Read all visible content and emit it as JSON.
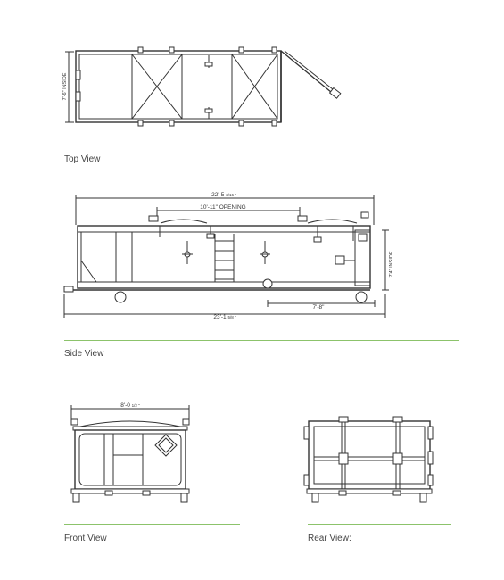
{
  "top_view": {
    "caption": "Top View",
    "inside_width_label": "7'-6\" INSIDE"
  },
  "side_view": {
    "caption": "Side View",
    "top_length_label": "22'-5 ",
    "top_length_fraction": "3/16 \"",
    "opening_label": "10'-11\" OPENING",
    "inside_height_label": "7'4\" INSIDE",
    "rear_dim_label": "7'-8\"",
    "overall_length_label": "23'-1 ",
    "overall_length_fraction": "5/8 \""
  },
  "front_view": {
    "caption": "Front View",
    "width_label": "8'-0 ",
    "width_fraction": "1/2 \""
  },
  "rear_view": {
    "caption": "Rear View:"
  },
  "colors": {
    "rule": "#8cc36b",
    "line": "#333333"
  }
}
